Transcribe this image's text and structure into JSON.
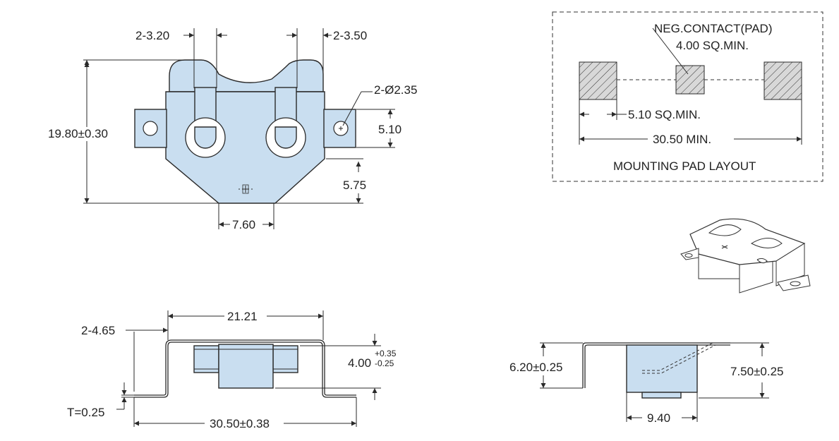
{
  "colors": {
    "part_fill": "#c9def0",
    "line": "#2a2a2a",
    "background": "#ffffff"
  },
  "top_view": {
    "dim_left_tab": "2-3.20",
    "dim_right_tab": "2-3.50",
    "dim_hole": "2-Ø2.35",
    "dim_height": "19.80±0.30",
    "dim_hole_pitch": "5.10",
    "dim_bottom_offset": "5.75",
    "dim_bottom_width": "7.60"
  },
  "pad_layout": {
    "label_neg": "NEG.CONTACT(PAD)",
    "label_neg_size": "4.00 SQ.MIN.",
    "label_pad_size": "5.10 SQ.MIN.",
    "label_span": "30.50  MIN.",
    "title": "MOUNTING PAD LAYOUT"
  },
  "front_view": {
    "dim_width_inner": "21.21",
    "dim_foot": "2-4.65",
    "dim_height_base": "4.00",
    "dim_height_tol_plus": "+0.35",
    "dim_height_tol_minus": "-0.25",
    "dim_thickness": "T=0.25",
    "dim_overall": "30.50±0.38"
  },
  "side_view": {
    "dim_left": "6.20±0.25",
    "dim_right": "7.50±0.25",
    "dim_bottom": "9.40"
  },
  "iso_view": {
    "icon": "iso-holder-icon"
  }
}
